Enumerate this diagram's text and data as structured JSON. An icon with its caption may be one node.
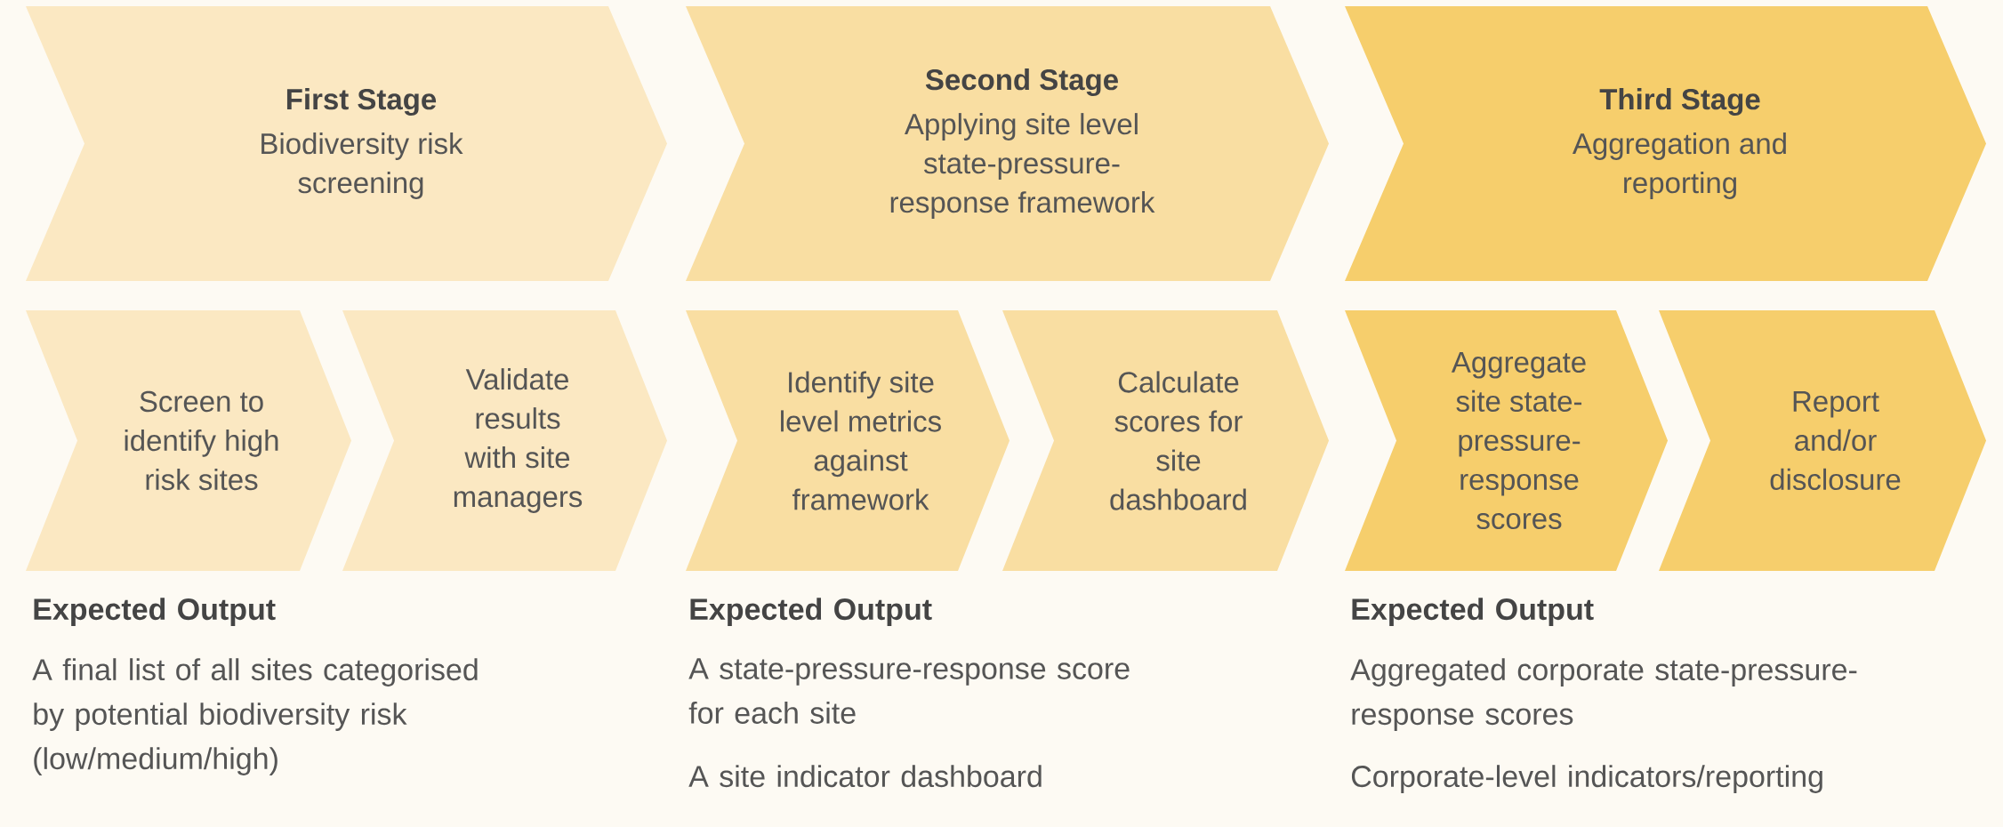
{
  "diagram": {
    "nodes": [
      {
        "text": [
          "First Stage",
          "Biodiversity risk screening"
        ]
      },
      {
        "text": [
          "Second Stage",
          "Applying site level state-pressure-response framework"
        ]
      },
      {
        "text": [
          "Third Stage",
          "Aggregation and reporting"
        ]
      },
      {
        "text": [
          "Screen to identify high risk sites"
        ]
      },
      {
        "text": [
          "Validate results with site managers"
        ]
      },
      {
        "text": [
          "Identify site level metrics against framework"
        ]
      },
      {
        "text": [
          "Calculate scores for site dashboard"
        ]
      },
      {
        "text": [
          "Aggregate site state-pressure-response scores"
        ]
      },
      {
        "text": [
          "Report and/or disclosure"
        ]
      }
    ],
    "labels": [
      "Expected Output",
      "A final list of all sites categorised by potential biodiversity risk (low/medium/high)",
      "Expected Output",
      "A state-pressure-response score for each site",
      "A site indicator dashboard",
      "Expected Output",
      "Aggregated corporate state-pressure-response scores",
      "Corporate-level indicators/reporting"
    ]
  }
}
